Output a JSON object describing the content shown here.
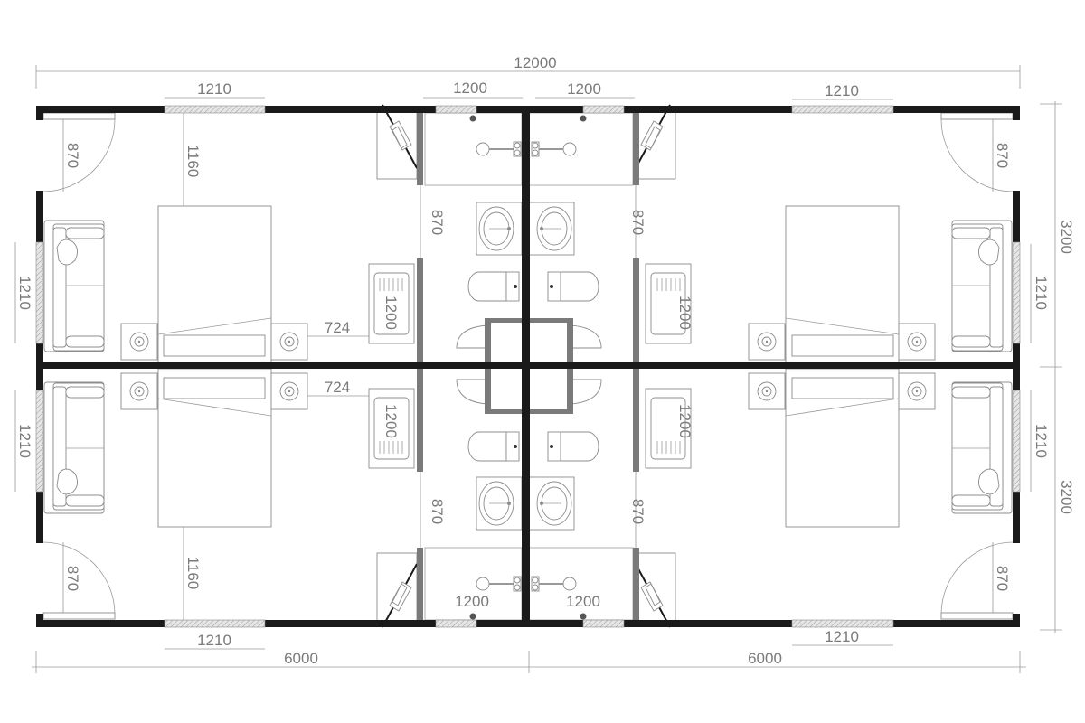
{
  "drawing": {
    "type": "floor-plan",
    "units": 4,
    "colors": {
      "wall": "#1a1a1a",
      "partition": "#7a7a7a",
      "dimension_text": "#7a7a7a",
      "dimension_line": "#9a9a9a"
    }
  },
  "dimensions": {
    "overall_width": "12000",
    "top": {
      "left_window": "1210",
      "left_bath_window": "1200",
      "right_bath_window": "1200",
      "right_window": "1210"
    },
    "bottom": {
      "left_window": "1210",
      "right_window": "1210",
      "left_half": "6000",
      "right_half": "6000"
    },
    "right_side": {
      "upper_height": "3200",
      "lower_height": "3200",
      "upper_window": "1210",
      "lower_window": "1210"
    },
    "left_side": {
      "upper_window": "1210",
      "lower_window": "1210"
    },
    "doors": {
      "top_left": "870",
      "top_right": "870",
      "bottom_left": "870",
      "bottom_right": "870"
    },
    "bath_doors": {
      "top_left": "870",
      "top_right": "870",
      "bottom_left": "870",
      "bottom_right": "870"
    },
    "bed_clearance": {
      "top_left": "1160",
      "bottom_left": "1160"
    },
    "bedside": {
      "upper": "724",
      "lower": "724"
    },
    "vanity": {
      "top_left": "1200",
      "top_right": "1200",
      "bottom_left": "1200",
      "bottom_right": "1200"
    },
    "shower": {
      "bottom_left": "1200",
      "bottom_right": "1200"
    }
  }
}
